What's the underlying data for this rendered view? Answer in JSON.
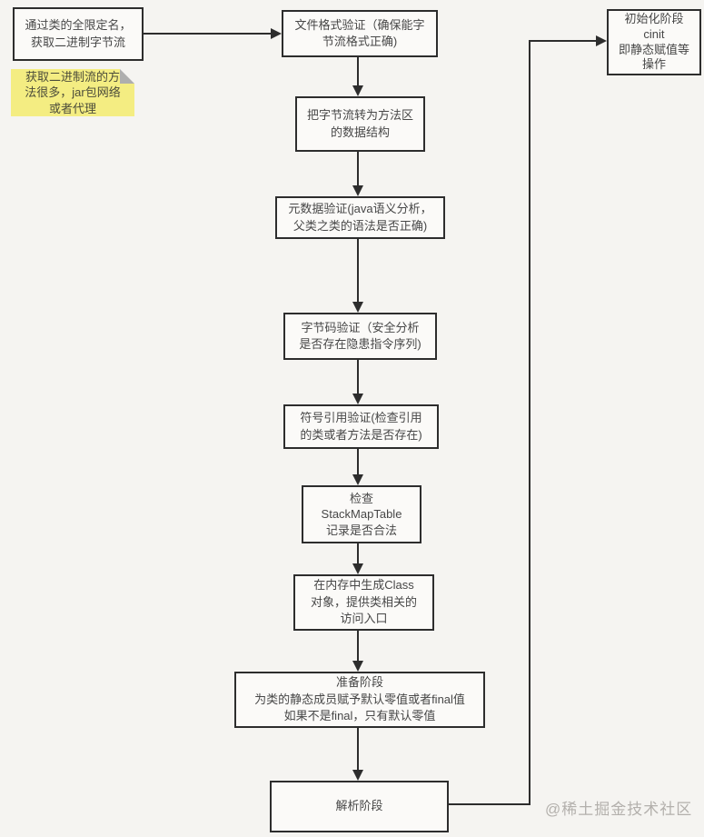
{
  "diagram": {
    "nodes": {
      "load": {
        "text": "通过类的全限定名，\n获取二进制字节流"
      },
      "note": {
        "text": "获取二进制流的方\n法很多，jar包网络\n或者代理"
      },
      "file_format": {
        "text": "文件格式验证（确保能字\n节流格式正确)"
      },
      "init": {
        "text": "初始化阶段\ncinit\n即静态赋值等\n操作"
      },
      "to_method_area": {
        "text": "把字节流转为方法区\n的数据结构"
      },
      "metadata": {
        "text": "元数据验证(java语义分析，\n父类之类的语法是否正确)"
      },
      "bytecode": {
        "text": "字节码验证（安全分析\n是否存在隐患指令序列)"
      },
      "symbol_ref": {
        "text": "符号引用验证(检查引用\n的类或者方法是否存在)"
      },
      "stackmaptable": {
        "text": "检查\nStackMapTable\n记录是否合法"
      },
      "gen_class": {
        "text": "在内存中生成Class\n对象，提供类相关的\n访问入口"
      },
      "prepare": {
        "text": "准备阶段\n为类的静态成员赋予默认零值或者final值\n如果不是final，只有默认零值"
      },
      "resolve": {
        "text": "解析阶段"
      }
    },
    "watermark": "@稀土掘金技术社区"
  },
  "colors": {
    "page_bg": "#f5f4f1",
    "box_bg": "#fbfaf8",
    "box_border": "#2d2d2d",
    "line": "#2d2d2d",
    "note_bg": "#f4ed82",
    "text": "#474747",
    "watermark": "#b3b0ac"
  }
}
